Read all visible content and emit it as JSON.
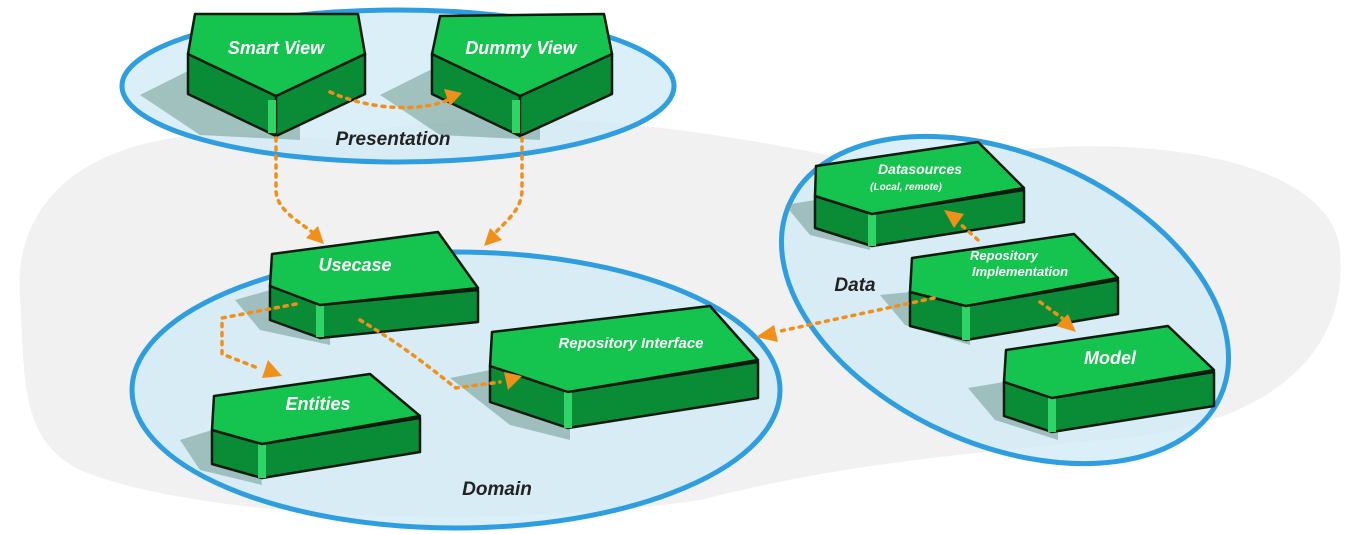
{
  "zones": {
    "presentation": "Presentation",
    "domain": "Domain",
    "data": "Data"
  },
  "components": {
    "smart_view": "Smart View",
    "dummy_view": "Dummy View",
    "usecase": "Usecase",
    "entities": "Entities",
    "repository_interface": "Repository Interface",
    "datasources": "Datasources",
    "datasources_sub": "(Local, remote)",
    "repository_implementation_line1": "Repository",
    "repository_implementation_line2": "Implementation",
    "model": "Model"
  },
  "colors": {
    "box_top": "#14c44f",
    "box_side": "#0a8c37",
    "zone_fill": "#cfe9f5",
    "zone_stroke": "#2e9ee0",
    "arrow": "#f0901a"
  },
  "dependencies": [
    {
      "from": "Smart View",
      "to": "Dummy View"
    },
    {
      "from": "Smart View",
      "to": "Usecase"
    },
    {
      "from": "Dummy View",
      "to": "Usecase"
    },
    {
      "from": "Usecase",
      "to": "Entities"
    },
    {
      "from": "Usecase",
      "to": "Repository Interface"
    },
    {
      "from": "Repository Implementation",
      "to": "Repository Interface"
    },
    {
      "from": "Repository Implementation",
      "to": "Datasources"
    },
    {
      "from": "Repository Implementation",
      "to": "Model"
    }
  ]
}
